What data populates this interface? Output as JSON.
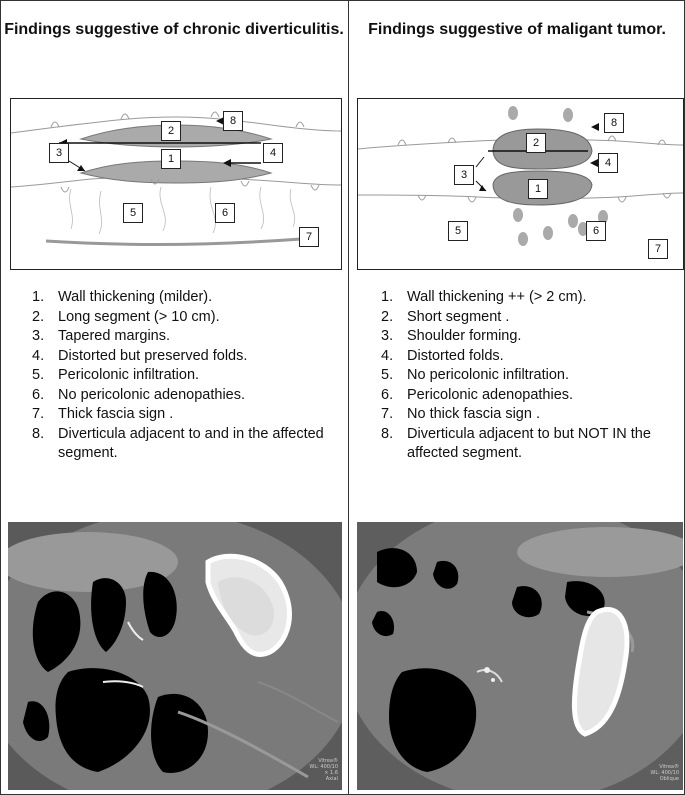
{
  "left": {
    "title": "Findings suggestive of chronic diverticulitis.",
    "diagram_labels": [
      "1",
      "2",
      "3",
      "4",
      "5",
      "6",
      "7",
      "8"
    ],
    "findings": [
      {
        "num": "1.",
        "text": "Wall thickening (milder)."
      },
      {
        "num": "2.",
        "text": "Long segment (> 10 cm)."
      },
      {
        "num": "3.",
        "text": "Tapered margins."
      },
      {
        "num": "4.",
        "text": "Distorted but preserved folds."
      },
      {
        "num": "5.",
        "text": "Pericolonic infiltration."
      },
      {
        "num": "6.",
        "text": "No pericolonic adenopathies."
      },
      {
        "num": "7.",
        "text": "Thick fascia sign ."
      },
      {
        "num": "8.",
        "text": "Diverticula adjacent to and in the affected segment."
      }
    ],
    "ct_meta": [
      "Vitrea®",
      "WL: 400/10",
      "× 1.6",
      "Axial"
    ]
  },
  "right": {
    "title": "Findings suggestive of maligant tumor.",
    "diagram_labels": [
      "1",
      "2",
      "3",
      "4",
      "5",
      "6",
      "7",
      "8"
    ],
    "findings": [
      {
        "num": "1.",
        "text": "Wall thickening ++ (> 2 cm)."
      },
      {
        "num": "2.",
        "text": "Short segment ."
      },
      {
        "num": "3.",
        "text": "Shoulder forming."
      },
      {
        "num": "4.",
        "text": "Distorted folds."
      },
      {
        "num": "5.",
        "text": "No pericolonic infiltration."
      },
      {
        "num": "6.",
        "text": "Pericolonic adenopathies."
      },
      {
        "num": "7.",
        "text": "No thick fascia sign ."
      },
      {
        "num": "8.",
        "text": "Diverticula adjacent to but NOT IN the affected segment."
      }
    ],
    "ct_meta": [
      "Vitrea®",
      "WL: 400/10",
      "Oblique"
    ]
  }
}
